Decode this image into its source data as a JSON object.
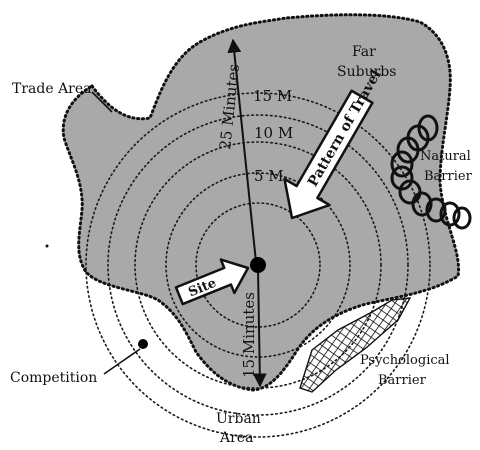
{
  "labels": {
    "trade_area": "Trade Area",
    "far_suburbs_line1": "Far",
    "far_suburbs_line2": "Suburbs",
    "natural_barrier_line1": "Natural",
    "natural_barrier_line2": "Barrier",
    "psychological_barrier_line1": "Psychological",
    "psychological_barrier_line2": "Barrier",
    "competition": "Competition",
    "urban_area_line1": "Urban",
    "urban_area_line2": "Area",
    "site": "Site",
    "pattern_of_travel": "Pattern of Travel",
    "minutes_25": "25 Minutes",
    "minutes_15": "15 Minutes",
    "ring_15": "15 M",
    "ring_10": "10 M",
    "ring_5": "5 M"
  },
  "colors": {
    "trade_area_fill": "#a9a9a9",
    "ink": "#111111",
    "arrow_fill": "#ffffff"
  }
}
